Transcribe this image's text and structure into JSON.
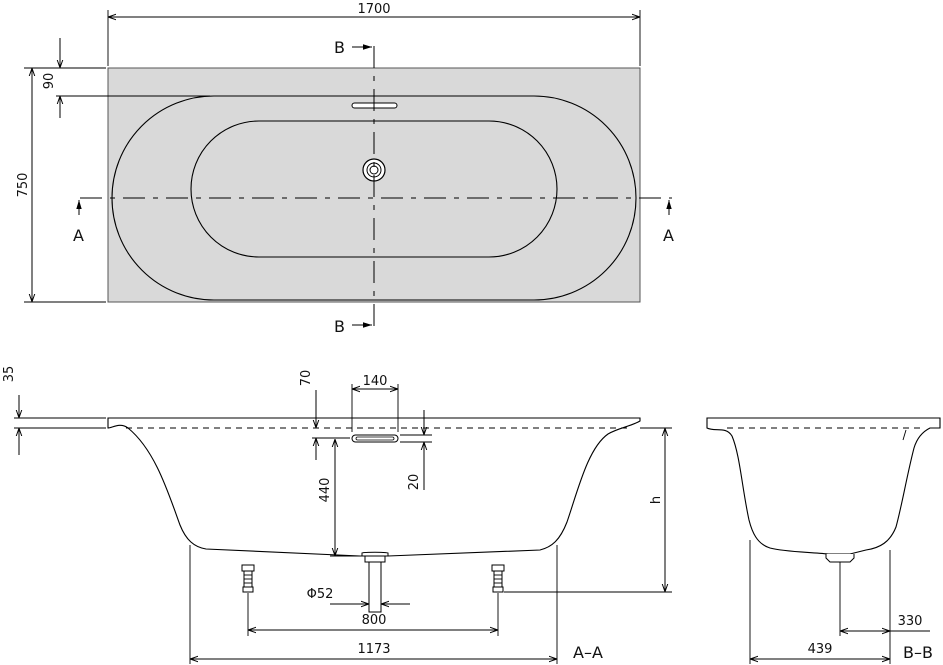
{
  "plan": {
    "dim_length": "1700",
    "dim_width": "750",
    "dim_rim": "90",
    "section_b": "B",
    "section_a": "A"
  },
  "section_aa": {
    "dim_rim_thickness": "35",
    "dim_overflow_height": "70",
    "dim_overflow_width": "140",
    "dim_overflow_drop": "20",
    "dim_depth": "440",
    "dim_h": "h",
    "dim_drain": "Φ52",
    "dim_feet_spacing": "800",
    "dim_bottom_length": "1173",
    "title": "A–A"
  },
  "section_bb": {
    "dim_right_offset": "330",
    "dim_bottom_width": "439",
    "title": "B–B"
  }
}
